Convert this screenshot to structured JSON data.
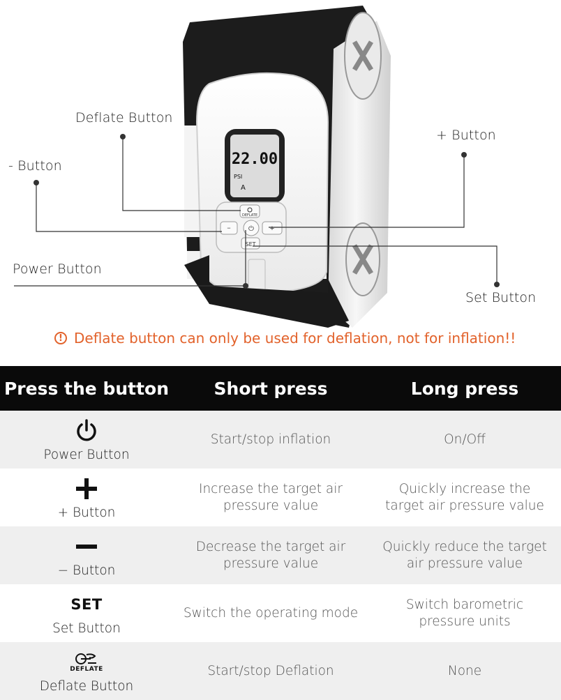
{
  "callouts": {
    "deflate": "Deflate Button",
    "minus": "- Button",
    "plus": "+ Button",
    "power": "Power Button",
    "set": "Set Button"
  },
  "device": {
    "display_value": "22.00",
    "display_unit": "PSI",
    "display_mode": "A",
    "deflate_key_text": "DEFLATE",
    "set_key_text": "SET"
  },
  "warning": {
    "icon": "exclamation-circle-icon",
    "text": "Deflate button can only be used for deflation, not for inflation!!",
    "color": "#e2622b"
  },
  "table": {
    "headers": [
      "Press the button",
      "Short press",
      "Long press"
    ],
    "rows": [
      {
        "icon": "power-icon",
        "button": "Power Button",
        "short": "Start/stop inflation",
        "long": "On/Off"
      },
      {
        "icon": "plus-icon",
        "button": "+ Button",
        "short": "Increase the target air pressure value",
        "long": "Quickly increase the target air pressure value"
      },
      {
        "icon": "minus-icon",
        "button": "− Button",
        "short": "Decrease the target air pressure value",
        "long": "Quickly reduce the target air pressure value"
      },
      {
        "icon": "set-icon",
        "symbol": "SET",
        "button": "Set Button",
        "short": "Switch the operating mode",
        "long": "Switch barometric pressure units"
      },
      {
        "icon": "deflate-icon",
        "symbol": "DEFLATE",
        "button": "Deflate Button",
        "short": "Start/stop Deflation",
        "long": "None"
      }
    ]
  }
}
